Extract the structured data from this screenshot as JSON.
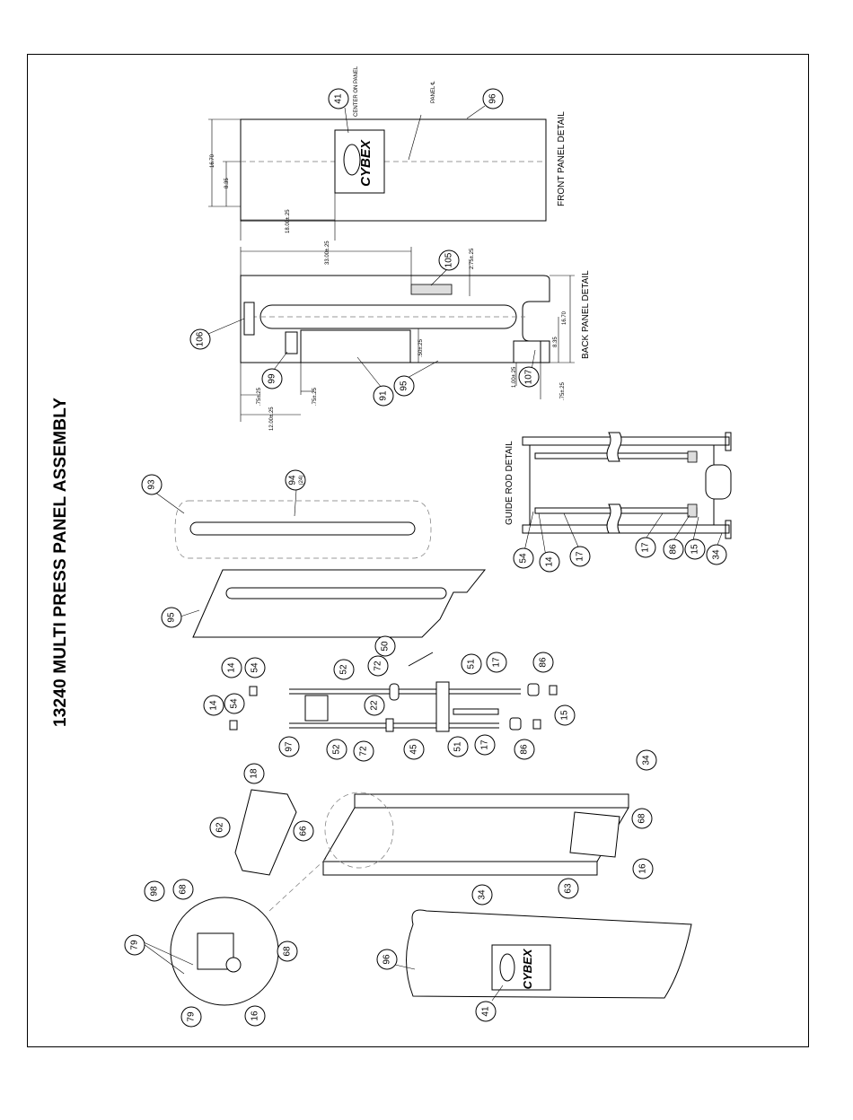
{
  "title": "13240 MULTI PRESS PANEL ASSEMBLY",
  "detail_labels": {
    "front_panel": "FRONT PANEL DETAIL",
    "back_panel": "BACK PANEL DETAIL",
    "guide_rod": "GUIDE ROD DETAIL"
  },
  "notes": {
    "center_on_panel": "CENTER ON PANEL",
    "panel_cl": "PANEL ℄",
    "dim_1670": "16.70",
    "dim_835": "8.35",
    "dim_1800": "18.00±.25",
    "dim_3300": "33.00±.25",
    "dim_275": "2.75±.25",
    "dim_1670b": "16.70",
    "dim_835b": "8.35",
    "dim_050": ".50±.25",
    "dim_100": "1.00±.25",
    "dim_075a": ".75±.25",
    "dim_075b": ".75±.25",
    "dim_075c": ".75±.25",
    "dim_1200": "12.00±.25",
    "qty_94": "(24)",
    "logo": "CYBEX"
  },
  "balloons": {
    "b41a": "41",
    "b96a": "96",
    "b105": "105",
    "b106": "106",
    "b99": "99",
    "b91": "91",
    "b95a": "95",
    "b107": "107",
    "b54a": "54",
    "b14a": "14",
    "b17a": "17",
    "b17b": "17",
    "b86a": "86",
    "b15a": "15",
    "b34a": "34",
    "b93": "93",
    "b94": "94",
    "b95b": "95",
    "b14b": "14",
    "b54b": "54",
    "b52a": "52",
    "b72a": "72",
    "b50": "50",
    "b51a": "51",
    "b17c": "17",
    "b86b": "86",
    "b14c": "14",
    "b54c": "54",
    "b22": "22",
    "b97": "97",
    "b52b": "52",
    "b72b": "72",
    "b45": "45",
    "b51b": "51",
    "b17d": "17",
    "b86c": "86",
    "b15b": "15",
    "b18": "18",
    "b34b": "34",
    "b62": "62",
    "b66": "66",
    "b68a": "68",
    "b16a": "16",
    "b63": "63",
    "b34c": "34",
    "b98": "98",
    "b68b": "68",
    "b79a": "79",
    "b68c": "68",
    "b79b": "79",
    "b16b": "16",
    "b96b": "96",
    "b41b": "41"
  }
}
